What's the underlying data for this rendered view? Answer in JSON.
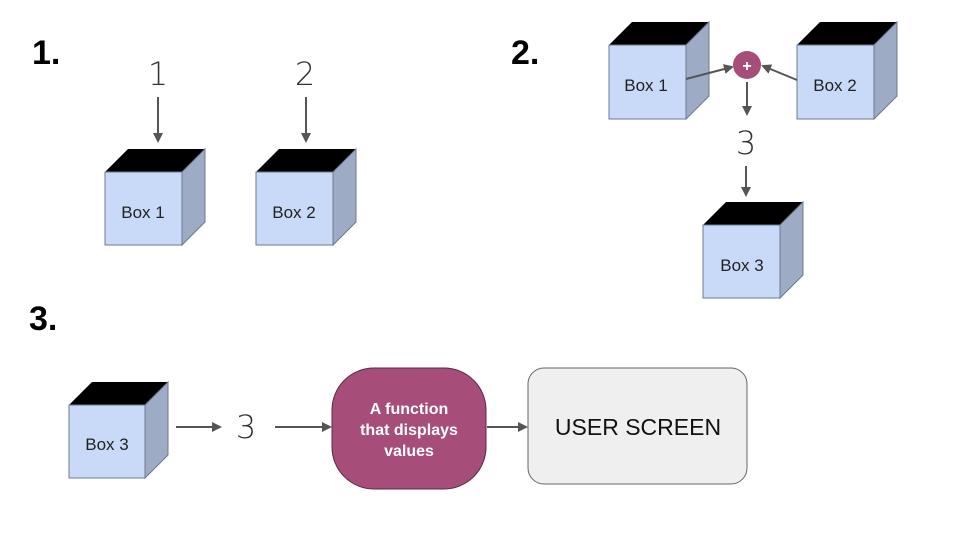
{
  "steps": {
    "s1": "1.",
    "s2": "2.",
    "s3": "3."
  },
  "step1": {
    "value_a": "1",
    "value_b": "2",
    "box_a": "Box 1",
    "box_b": "Box 2"
  },
  "step2": {
    "box_a": "Box 1",
    "box_b": "Box 2",
    "operator": "+",
    "result": "3",
    "box_c": "Box 3"
  },
  "step3": {
    "box": "Box 3",
    "value": "3",
    "function_lines": [
      "A function",
      "that displays",
      "values"
    ],
    "screen": "USER SCREEN"
  },
  "colors": {
    "box_front": "#c9daf8",
    "box_side": "#9eabc4",
    "box_top": "#000000",
    "arrow": "#555555",
    "function_fill": "#a64d79",
    "screen_fill": "#efefef"
  }
}
